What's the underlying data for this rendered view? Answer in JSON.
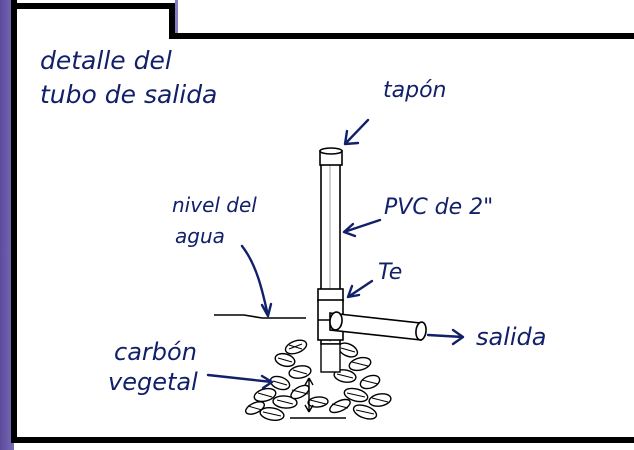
{
  "colors": {
    "ink": "#12206a",
    "frame": "#000000",
    "paper": "#ffffff",
    "background": "#7b6cba"
  },
  "title": {
    "line1": "detalle del",
    "line2": "tubo de salida"
  },
  "labels": {
    "cap": "tapón",
    "pipe": "PVC de 2\"",
    "tee": "Te",
    "water_level_line1": "nivel del",
    "water_level_line2": "agua",
    "outlet": "salida",
    "charcoal_line1": "carbón",
    "charcoal_line2": "vegetal"
  }
}
